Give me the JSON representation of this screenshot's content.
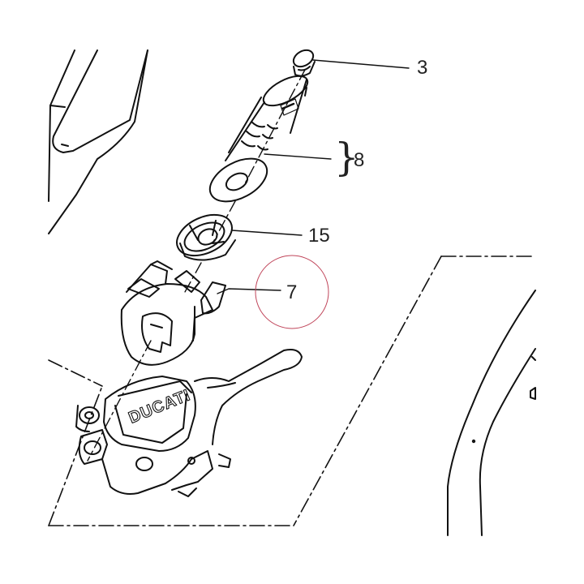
{
  "diagram": {
    "callouts": [
      {
        "id": "3",
        "label": "3"
      },
      {
        "id": "8",
        "label": "8"
      },
      {
        "id": "15",
        "label": "15"
      },
      {
        "id": "7",
        "label": "7"
      }
    ],
    "brace_glyph": "}",
    "brand_text": "DUCATI",
    "grip_logo_text": "DUCATI",
    "highlight_color": "#c0455a",
    "line_color": "#111111"
  }
}
